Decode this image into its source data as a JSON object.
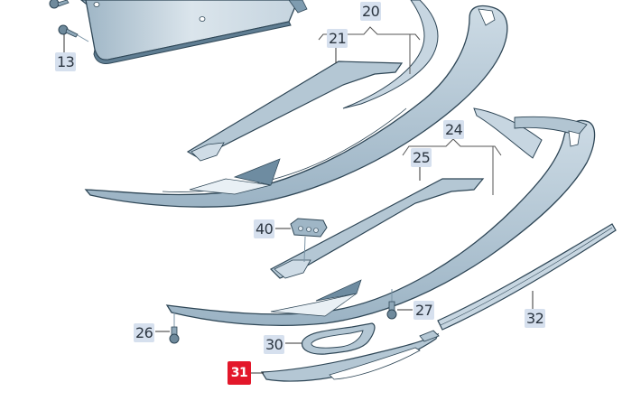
{
  "diagram": {
    "type": "exploded parts diagram",
    "subject": "rear bumper lower section / diffuser assembly",
    "colors": {
      "part_fill": "#b9cbd8",
      "part_fill_light": "#d3dfe8",
      "part_fill_dark": "#7f9cb0",
      "outline": "#2e4656",
      "leader_line": "#333333",
      "callout_bg": "#d6e0ee",
      "callout_text": "#2b3540",
      "highlight_bg": "#e3172a",
      "highlight_text": "#ffffff"
    },
    "callouts": [
      {
        "id": "13",
        "label": "13",
        "part": "screw (upper left)",
        "highlighted": false
      },
      {
        "id": "20",
        "label": "20",
        "part": "bumper lower trim assembly (upper)",
        "highlighted": false
      },
      {
        "id": "21",
        "label": "21",
        "part": "frame insert (upper)",
        "highlighted": false
      },
      {
        "id": "24",
        "label": "24",
        "part": "bumper lower trim assembly (lower)",
        "highlighted": false
      },
      {
        "id": "25",
        "label": "25",
        "part": "frame insert (lower)",
        "highlighted": false
      },
      {
        "id": "40",
        "label": "40",
        "part": "connector / holder",
        "highlighted": false
      },
      {
        "id": "26",
        "label": "26",
        "part": "screw (left)",
        "highlighted": false
      },
      {
        "id": "27",
        "label": "27",
        "part": "screw (center)",
        "highlighted": false
      },
      {
        "id": "30",
        "label": "30",
        "part": "small ring trim",
        "highlighted": false
      },
      {
        "id": "31",
        "label": "31",
        "part": "trim strip (selected)",
        "highlighted": true
      },
      {
        "id": "32",
        "label": "32",
        "part": "trim strip (right)",
        "highlighted": false
      }
    ]
  }
}
